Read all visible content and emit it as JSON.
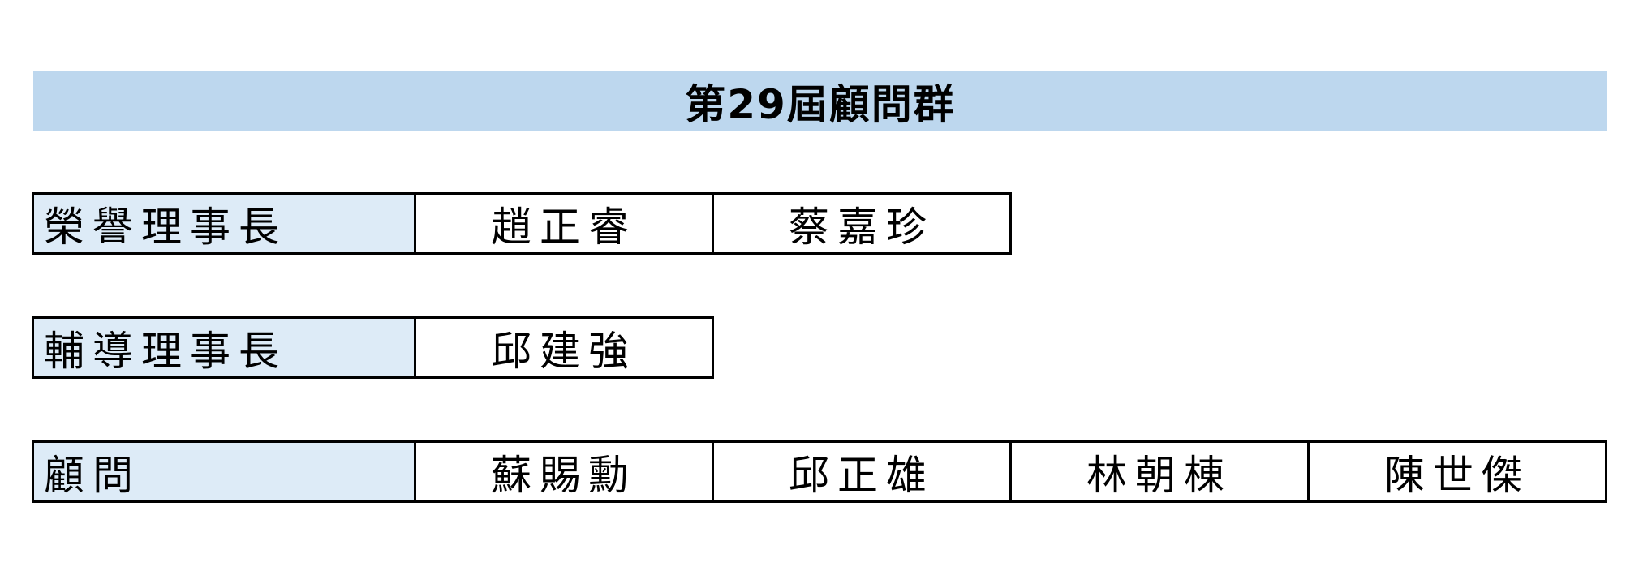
{
  "title": "第29屆顧問群",
  "colors": {
    "title_background": "#bdd7ee",
    "label_background": "#ddebf7",
    "border": "#000000"
  },
  "groups": [
    {
      "label": "榮譽理事長",
      "names": [
        "趙正睿",
        "蔡嘉珍"
      ]
    },
    {
      "label": "輔導理事長",
      "names": [
        "邱建強"
      ]
    },
    {
      "label": "顧問",
      "names": [
        "蘇賜勳",
        "邱正雄",
        "林朝棟",
        "陳世傑"
      ]
    }
  ]
}
